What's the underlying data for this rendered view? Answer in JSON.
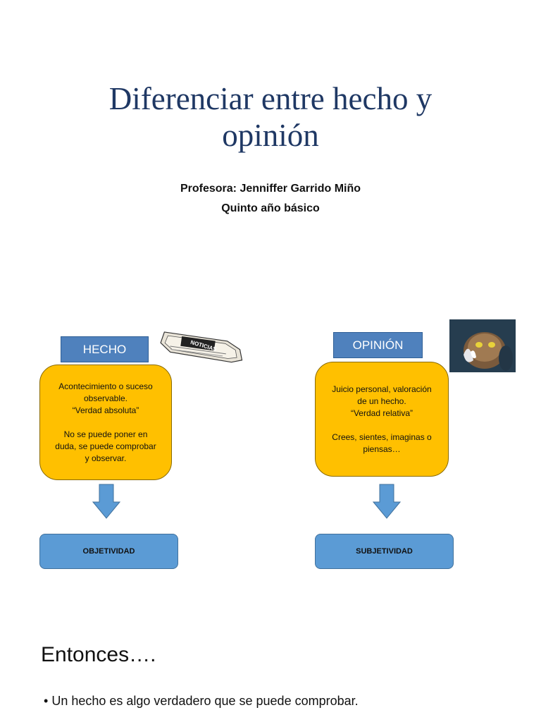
{
  "title": {
    "line1": "Diferenciar entre hecho y",
    "line2": "opinión"
  },
  "subtitle": {
    "teacher": "Profesora: Jenniffer Garrido Miño",
    "grade": "Quinto año básico"
  },
  "hecho": {
    "label": "HECHO",
    "lines": [
      "Acontecimiento o suceso",
      "observable.",
      "“Verdad absoluta”",
      "",
      "No se puede poner en",
      "duda, se puede comprobar",
      "y observar."
    ],
    "result": "OBJETIVIDAD",
    "newspaper_text": "NOTICIAS"
  },
  "opinion": {
    "label": "OPINIÓN",
    "lines": [
      "Juicio personal, valoración",
      "de un hecho.",
      "“Verdad relativa”",
      "",
      "Crees, sientes, imaginas o",
      "piensas…"
    ],
    "result": "SUBJETIVIDAD"
  },
  "entonces": {
    "heading": "Entonces….",
    "bullet": "Un hecho es algo verdadero que se puede comprobar."
  },
  "colors": {
    "title": "#1f3864",
    "label_box": "#4f81bd",
    "info_box": "#ffc000",
    "result_box": "#5b9bd5",
    "arrow": "#5b9bd5"
  }
}
